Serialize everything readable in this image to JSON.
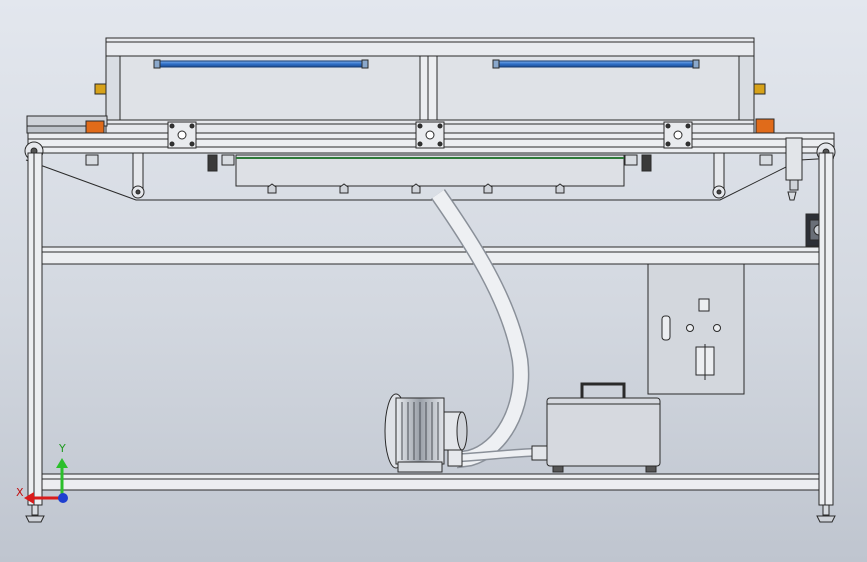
{
  "triad": {
    "y_label": "Y",
    "x_label": "X",
    "y_color": "#2bbf2b",
    "x_color": "#d81b1b",
    "z_color": "#1e3fd0"
  },
  "colors": {
    "background": "#d6dae1",
    "frame": "#e8eaee",
    "outline": "#2a2a2a",
    "lamp": "#3a7fd6",
    "accent_orange": "#e06b1a",
    "hose": "#e6e9ee",
    "cabinet": "#cfd3da"
  },
  "components": {
    "uv_lamps": 2,
    "bearing_blocks": 3,
    "nozzles": 5,
    "leveling_feet": 2
  }
}
